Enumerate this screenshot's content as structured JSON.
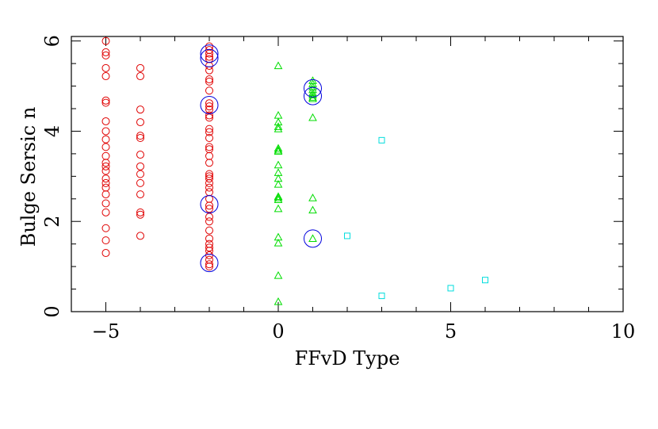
{
  "chart_data": {
    "type": "scatter",
    "title": "",
    "xlabel": "FFvD Type",
    "ylabel": "Bulge Sersic n",
    "xlim": [
      -6,
      10
    ],
    "ylim": [
      0,
      6.1
    ],
    "x_ticks": [
      -5,
      0,
      5,
      10
    ],
    "x_tick_labels": [
      "−5",
      "0",
      "5",
      "10"
    ],
    "y_ticks": [
      0,
      2,
      4,
      6
    ],
    "y_tick_labels": [
      "0",
      "2",
      "4",
      "6"
    ],
    "grid": false,
    "legend": "none",
    "series": [
      {
        "marker": "circle",
        "color": "#e00000",
        "points": [
          [
            -5,
            6.0
          ],
          [
            -5,
            5.75
          ],
          [
            -5,
            5.68
          ],
          [
            -5,
            5.4
          ],
          [
            -5,
            5.22
          ],
          [
            -5,
            4.68
          ],
          [
            -5,
            4.63
          ],
          [
            -5,
            4.22
          ],
          [
            -5,
            4.0
          ],
          [
            -5,
            3.82
          ],
          [
            -5,
            3.65
          ],
          [
            -5,
            3.45
          ],
          [
            -5,
            3.3
          ],
          [
            -5,
            3.22
          ],
          [
            -5,
            3.12
          ],
          [
            -5,
            2.95
          ],
          [
            -5,
            2.85
          ],
          [
            -5,
            2.75
          ],
          [
            -5,
            2.6
          ],
          [
            -5,
            2.4
          ],
          [
            -5,
            2.2
          ],
          [
            -5,
            1.85
          ],
          [
            -5,
            1.58
          ],
          [
            -5,
            1.3
          ],
          [
            -4,
            5.4
          ],
          [
            -4,
            5.22
          ],
          [
            -4,
            4.48
          ],
          [
            -4,
            4.2
          ],
          [
            -4,
            3.9
          ],
          [
            -4,
            3.85
          ],
          [
            -4,
            3.48
          ],
          [
            -4,
            3.22
          ],
          [
            -4,
            3.05
          ],
          [
            -4,
            2.85
          ],
          [
            -4,
            2.6
          ],
          [
            -4,
            2.2
          ],
          [
            -4,
            2.15
          ],
          [
            -4,
            1.68
          ],
          [
            -2,
            5.88
          ],
          [
            -2,
            5.8
          ],
          [
            -2,
            5.72
          ],
          [
            -2,
            5.65
          ],
          [
            -2,
            5.6
          ],
          [
            -2,
            5.45
          ],
          [
            -2,
            5.35
          ],
          [
            -2,
            5.15
          ],
          [
            -2,
            5.1
          ],
          [
            -2,
            4.9
          ],
          [
            -2,
            4.62
          ],
          [
            -2,
            4.55
          ],
          [
            -2,
            4.48
          ],
          [
            -2,
            4.35
          ],
          [
            -2,
            4.3
          ],
          [
            -2,
            4.05
          ],
          [
            -2,
            3.98
          ],
          [
            -2,
            3.85
          ],
          [
            -2,
            3.65
          ],
          [
            -2,
            3.6
          ],
          [
            -2,
            3.45
          ],
          [
            -2,
            3.3
          ],
          [
            -2,
            3.05
          ],
          [
            -2,
            3.0
          ],
          [
            -2,
            2.95
          ],
          [
            -2,
            2.85
          ],
          [
            -2,
            2.75
          ],
          [
            -2,
            2.65
          ],
          [
            -2,
            2.5
          ],
          [
            -2,
            2.35
          ],
          [
            -2,
            2.28
          ],
          [
            -2,
            2.1
          ],
          [
            -2,
            2.0
          ],
          [
            -2,
            1.8
          ],
          [
            -2,
            1.62
          ],
          [
            -2,
            1.5
          ],
          [
            -2,
            1.42
          ],
          [
            -2,
            1.35
          ],
          [
            -2,
            1.25
          ],
          [
            -2,
            1.15
          ],
          [
            -2,
            1.05
          ],
          [
            -2,
            1.0
          ]
        ]
      },
      {
        "marker": "triangle",
        "color": "#00dd00",
        "points": [
          [
            0,
            5.45
          ],
          [
            0,
            4.35
          ],
          [
            0,
            4.2
          ],
          [
            0,
            4.1
          ],
          [
            0,
            4.05
          ],
          [
            0,
            3.62
          ],
          [
            0,
            3.58
          ],
          [
            0,
            3.55
          ],
          [
            0,
            3.25
          ],
          [
            0,
            3.08
          ],
          [
            0,
            2.95
          ],
          [
            0,
            2.82
          ],
          [
            0,
            2.55
          ],
          [
            0,
            2.52
          ],
          [
            0,
            2.48
          ],
          [
            0,
            2.28
          ],
          [
            0,
            1.65
          ],
          [
            0,
            1.52
          ],
          [
            0,
            0.8
          ],
          [
            0,
            0.22
          ],
          [
            1,
            5.12
          ],
          [
            1,
            5.05
          ],
          [
            1,
            4.98
          ],
          [
            1,
            4.92
          ],
          [
            1,
            4.85
          ],
          [
            1,
            4.8
          ],
          [
            1,
            4.75
          ],
          [
            1,
            4.72
          ],
          [
            1,
            4.3
          ],
          [
            1,
            2.52
          ],
          [
            1,
            2.25
          ],
          [
            1,
            1.62
          ]
        ]
      },
      {
        "marker": "square",
        "color": "#00dddd",
        "points": [
          [
            3,
            3.8
          ],
          [
            2,
            1.68
          ],
          [
            3,
            0.35
          ],
          [
            5,
            0.52
          ],
          [
            6,
            0.7
          ]
        ]
      },
      {
        "marker": "big-circle",
        "color": "#0000dd",
        "points": [
          [
            -2,
            5.72
          ],
          [
            -2,
            5.62
          ],
          [
            -2,
            4.58
          ],
          [
            -2,
            2.38
          ],
          [
            -2,
            1.08
          ],
          [
            1,
            4.95
          ],
          [
            1,
            4.78
          ],
          [
            1,
            1.62
          ]
        ]
      }
    ]
  }
}
